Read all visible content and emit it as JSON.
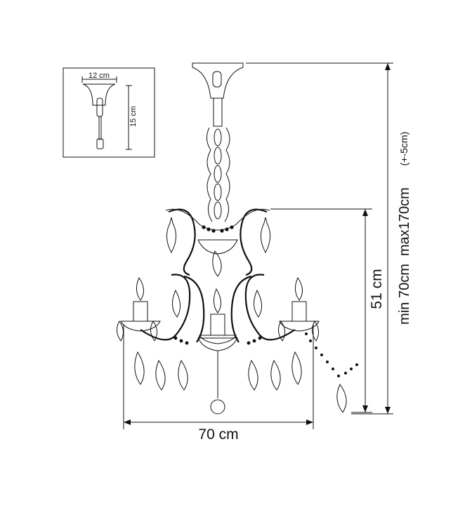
{
  "inset": {
    "width_label": "12 cm",
    "height_label": "15 cm"
  },
  "dimensions": {
    "width_label": "70 cm",
    "body_height_label": "51 cm",
    "total_height_label": "min 70cm  max170cm",
    "total_height_note": "(+-5cm)"
  }
}
